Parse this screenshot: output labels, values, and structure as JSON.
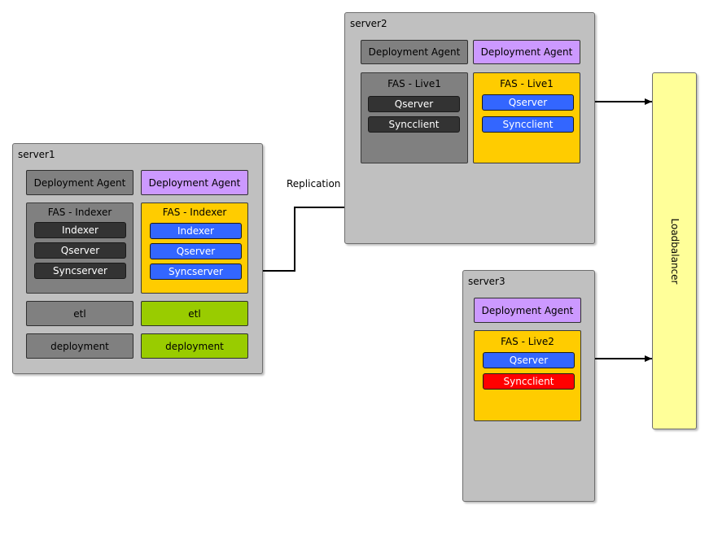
{
  "server1": {
    "label": "server1",
    "agent_left": "Deployment Agent",
    "agent_right": "Deployment Agent",
    "fas_left": {
      "title": "FAS - Indexer",
      "items": [
        "Indexer",
        "Qserver",
        "Syncserver"
      ]
    },
    "fas_right": {
      "title": "FAS - Indexer",
      "items": [
        "Indexer",
        "Qserver",
        "Syncserver"
      ]
    },
    "etl_left": "etl",
    "etl_right": "etl",
    "deploy_left": "deployment",
    "deploy_right": "deployment"
  },
  "server2": {
    "label": "server2",
    "agent_left": "Deployment Agent",
    "agent_right": "Deployment Agent",
    "fas_left": {
      "title": "FAS - Live1",
      "items": [
        "Qserver",
        "Syncclient"
      ]
    },
    "fas_right": {
      "title": "FAS - Live1",
      "items": [
        "Qserver",
        "Syncclient"
      ]
    }
  },
  "server3": {
    "label": "server3",
    "agent": "Deployment Agent",
    "fas": {
      "title": "FAS - Live2",
      "items": [
        "Qserver",
        "Syncclient"
      ]
    }
  },
  "replication_label": "Replication",
  "loadbalancer_label": "Loadbalancer",
  "colors": {
    "server_bg": "#c0c0c0",
    "inactive_gray": "#808080",
    "active_purple": "#cc99ff",
    "active_yellow": "#ffcc00",
    "active_green": "#99cc00",
    "service_dark": "#333333",
    "service_blue": "#3366ff",
    "service_error_red": "#ff0000",
    "loadbalancer_yellow": "#ffff99"
  }
}
